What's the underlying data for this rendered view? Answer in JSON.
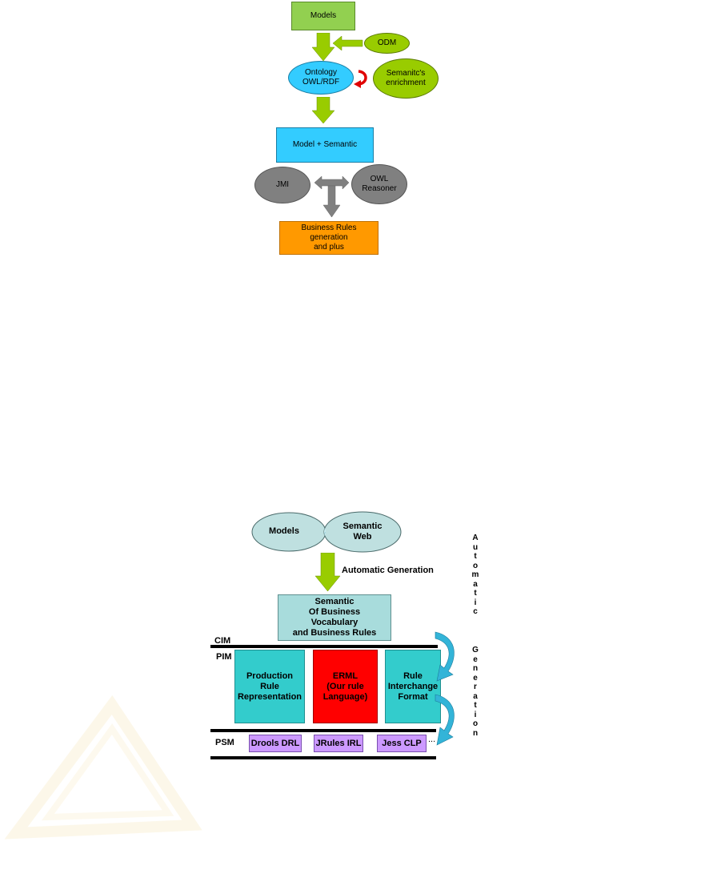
{
  "figure1": {
    "models": "Models",
    "odm": "ODM",
    "ontology": "Ontology\nOWL/RDF",
    "enrichment": "Semanitc's\nenrichment",
    "model_semantic": "Model + Semantic",
    "jmi": "JMI",
    "owl_reasoner": "OWL\nReasoner",
    "business_rules": "Business Rules\ngeneration\nand plus"
  },
  "figure2": {
    "models": "Models",
    "semantic_web": "Semantic\nWeb",
    "automatic_generation": "Automatic Generation",
    "semantic_box": "Semantic\nOf Business\nVocabulary\nand Business Rules",
    "cim": "CIM",
    "pim": "PIM",
    "psm": "PSM",
    "production_rule": "Production\nRule\nRepresentation",
    "erml": "ERML\n(Our rule\nLanguage)",
    "rule_interchange": "Rule\nInterchange\nFormat",
    "drools": "Drools DRL",
    "jrules": "JRules IRL",
    "jess": "Jess CLP",
    "ellipsis": "...",
    "vertical_word1": "Automatic",
    "vertical_word2": "Generation"
  },
  "colors": {
    "green_box": "#92d050",
    "green_ellipse": "#99cc00",
    "cyan": "#33ccff",
    "gray": "#808080",
    "orange": "#ff9900",
    "light_teal": "#a8dcdc",
    "teal": "#33cccc",
    "red": "#ff0000",
    "lavender": "#cc99ff",
    "blue_arrow": "#33b4d8"
  }
}
